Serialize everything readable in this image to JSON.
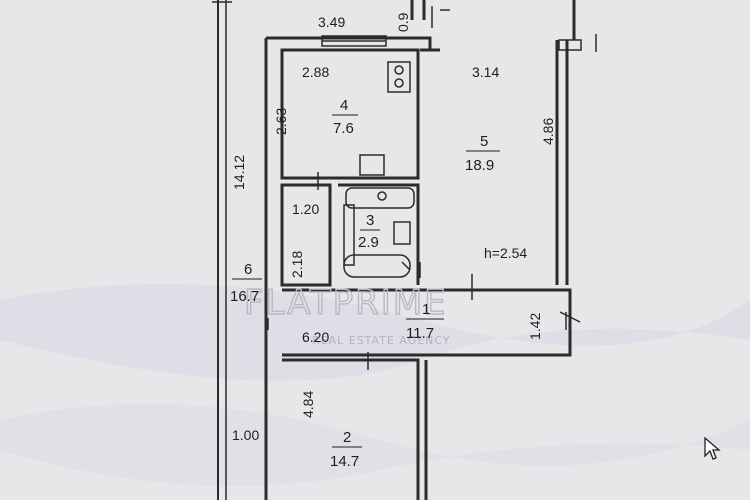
{
  "plan": {
    "total_height_dim": "14.12",
    "dims": {
      "top_width": "3.49",
      "top_small": "0.9",
      "room4_width": "2.88",
      "room4_height": "2.63",
      "room5_width": "3.14",
      "room5_height": "4.86",
      "room3_width": "1.20",
      "room3_height": "2.18",
      "ceiling_height": "h=2.54",
      "corridor_length": "6.20",
      "corridor_width": "1.42",
      "room2_height": "4.84",
      "balcony_width": "1.00"
    },
    "rooms": {
      "room1": {
        "number": "1",
        "area": "11.7"
      },
      "room2": {
        "number": "2",
        "area": "14.7"
      },
      "room3": {
        "number": "3",
        "area": "2.9"
      },
      "room4": {
        "number": "4",
        "area": "7.6"
      },
      "room5": {
        "number": "5",
        "area": "18.9"
      },
      "room6": {
        "number": "6",
        "area": "16.7"
      }
    }
  },
  "watermark": {
    "brand": "FLATPRIME",
    "tagline": "REAL ESTATE AGENCY"
  }
}
